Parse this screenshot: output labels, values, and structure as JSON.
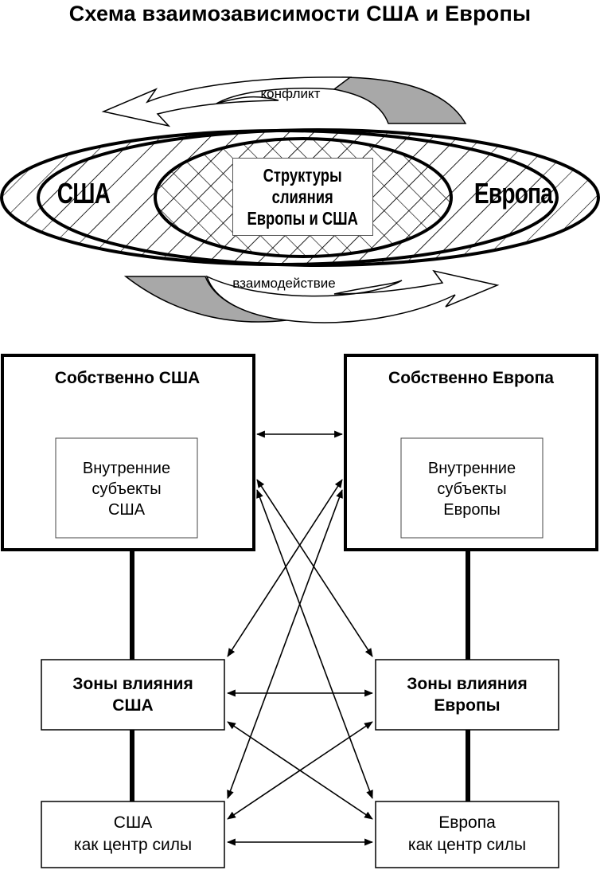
{
  "title": "Схема взаимозависимости США и Европы",
  "ellipses": {
    "left_label": "США",
    "right_label": "Европа",
    "center_label": "Структуры слияния Европы и США"
  },
  "arrows": {
    "top_label": "конфликт",
    "bottom_label": "взаимодействие"
  },
  "boxes": {
    "usa_proper": "Собственно США",
    "europe_proper": "Собственно Европа",
    "usa_internal": "Внутренние субъекты США",
    "europe_internal": "Внутренние субъекты Европы",
    "usa_zones": "Зоны влияния США",
    "europe_zones": "Зоны влияния Европы",
    "usa_power": "США как центр силы",
    "europe_power": "Европа как центр силы"
  },
  "colors": {
    "arrow_fill_gray": "#a8a8a8",
    "stroke": "#000000"
  }
}
